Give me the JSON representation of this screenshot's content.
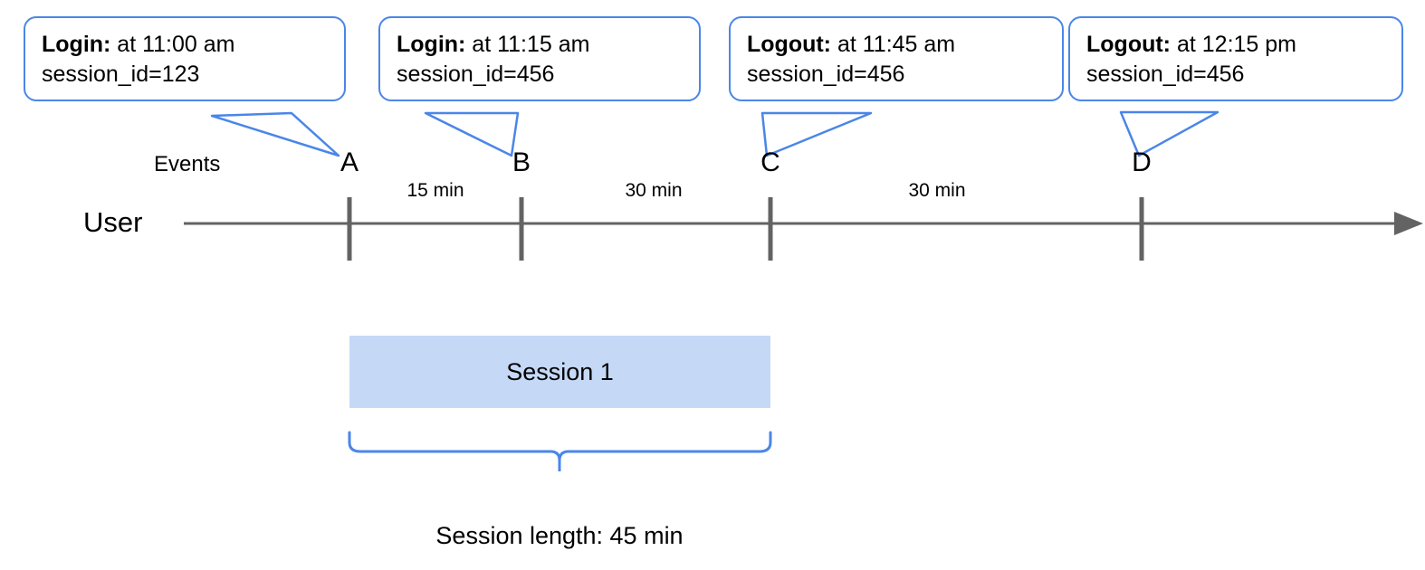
{
  "diagram": {
    "title_row_label": "User",
    "events_row_label": "Events",
    "accent_color": "#4a86e8",
    "axis_color": "#636363",
    "session_fill": "#c5d9f7"
  },
  "callouts": [
    {
      "event": "Login:",
      "time": " at 11:00 am",
      "session": "session_id=123"
    },
    {
      "event": "Login:",
      "time": " at 11:15 am",
      "session": "session_id=456"
    },
    {
      "event": "Logout:",
      "time": " at 11:45 am",
      "session": "session_id=456"
    },
    {
      "event": "Logout:",
      "time": " at 12:15 pm",
      "session": "session_id=456"
    }
  ],
  "markers": [
    {
      "label": "A"
    },
    {
      "label": "B"
    },
    {
      "label": "C"
    },
    {
      "label": "D"
    }
  ],
  "intervals": [
    {
      "label": "15 min"
    },
    {
      "label": "30 min"
    },
    {
      "label": "30 min"
    }
  ],
  "session": {
    "bar_label": "Session 1",
    "length_caption": "Session length: 45 min"
  }
}
